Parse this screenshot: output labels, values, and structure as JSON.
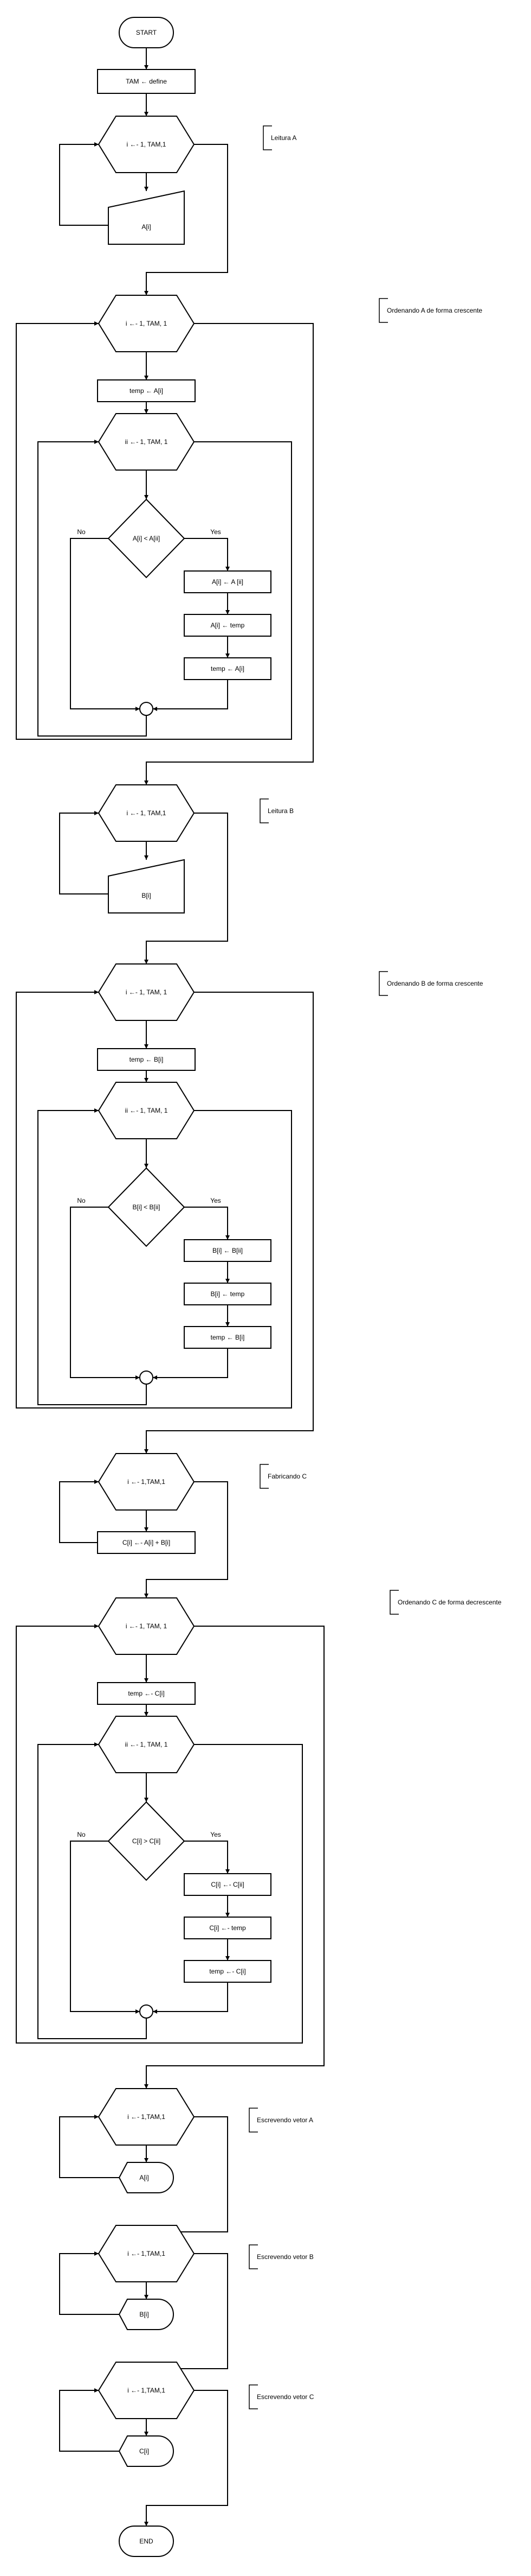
{
  "start": "START",
  "end": "END",
  "define": "TAM ← define",
  "section_a": {
    "comment": "Leitura A",
    "loop": "i ←- 1, TAM,1",
    "input": "A[i]"
  },
  "sort_a": {
    "comment": "Ordenando A de forma crescente",
    "outer_loop": "i ←- 1, TAM, 1",
    "temp": "temp ← A[i]",
    "inner_loop": "ii ←- 1, TAM, 1",
    "condition": "A[i] < A[ii]",
    "yes": "Yes",
    "no": "No",
    "assign1": "A[i] ← A [ii]",
    "assign2": "A[i] ← temp",
    "assign3": "temp ← A[i]"
  },
  "section_b": {
    "comment": "Leitura B",
    "loop": "i ←- 1, TAM,1",
    "input": "B[i]"
  },
  "sort_b": {
    "comment": "Ordenando B de forma crescente",
    "outer_loop": "i ←- 1, TAM, 1",
    "temp": "temp ← B[i]",
    "inner_loop": "ii ←- 1, TAM, 1",
    "condition": "B[i] < B[ii]",
    "yes": "Yes",
    "no": "No",
    "assign1": "B[i] ← B[ii]",
    "assign2": "B[i] ← temp",
    "assign3": "temp ← B[i]"
  },
  "make_c": {
    "comment": "Fabricando C",
    "loop": "i ←- 1,TAM,1",
    "assign": "C[i] ←- A[i] + B[i]"
  },
  "sort_c": {
    "comment": "Ordenando C de forma decrescente",
    "outer_loop": "i ←- 1, TAM, 1",
    "temp": "temp ←- C[i]",
    "inner_loop": "ii ←- 1, TAM, 1",
    "condition": "C[i] > C[ii]",
    "yes": "Yes",
    "no": "No",
    "assign1": "C[i] ←- C[ii]",
    "assign2": "C[i] ←- temp",
    "assign3": "temp ←- C[i]"
  },
  "write_a": {
    "comment": "Escrevendo vetor A",
    "loop": "i ←- 1,TAM,1",
    "output": "A[i]"
  },
  "write_b": {
    "comment": "Escrevendo vetor B",
    "loop": "i ←- 1,TAM,1",
    "output": "B[i]"
  },
  "write_c": {
    "comment": "Escrevendo vetor C",
    "loop": "i ←- 1,TAM,1",
    "output": "C[i]"
  }
}
